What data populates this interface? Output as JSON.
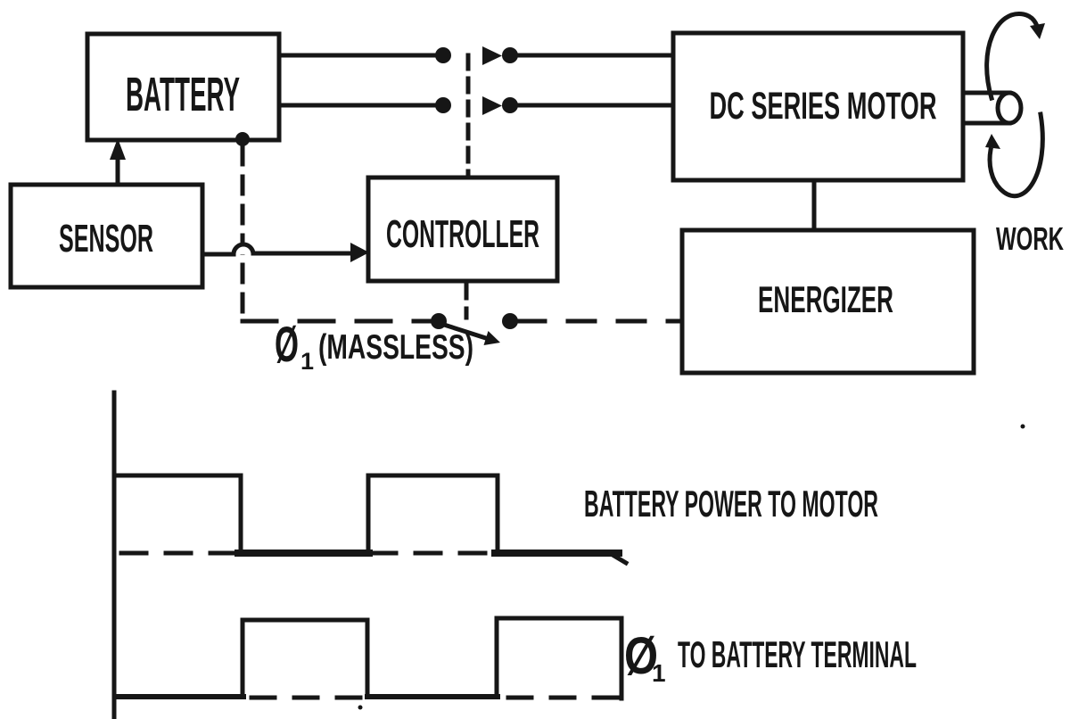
{
  "blocks": {
    "battery": "BATTERY",
    "sensor": "SENSOR",
    "controller": "CONTROLLER",
    "motor": "DC SERIES MOTOR",
    "energizer": "ENERGIZER"
  },
  "labels": {
    "work": "WORK",
    "switch_phi_symbol": "Ø",
    "switch_phi_sub": "1",
    "switch_massless": "(MASSLESS)"
  },
  "waveforms": {
    "battery_power": {
      "label": "BATTERY POWER TO MOTOR"
    },
    "phi_terminal": {
      "phi_symbol": "Ø",
      "phi_sub": "1",
      "label": "TO BATTERY TERMINAL"
    }
  },
  "colors": {
    "ink": "#161616",
    "background": "#ffffff"
  }
}
